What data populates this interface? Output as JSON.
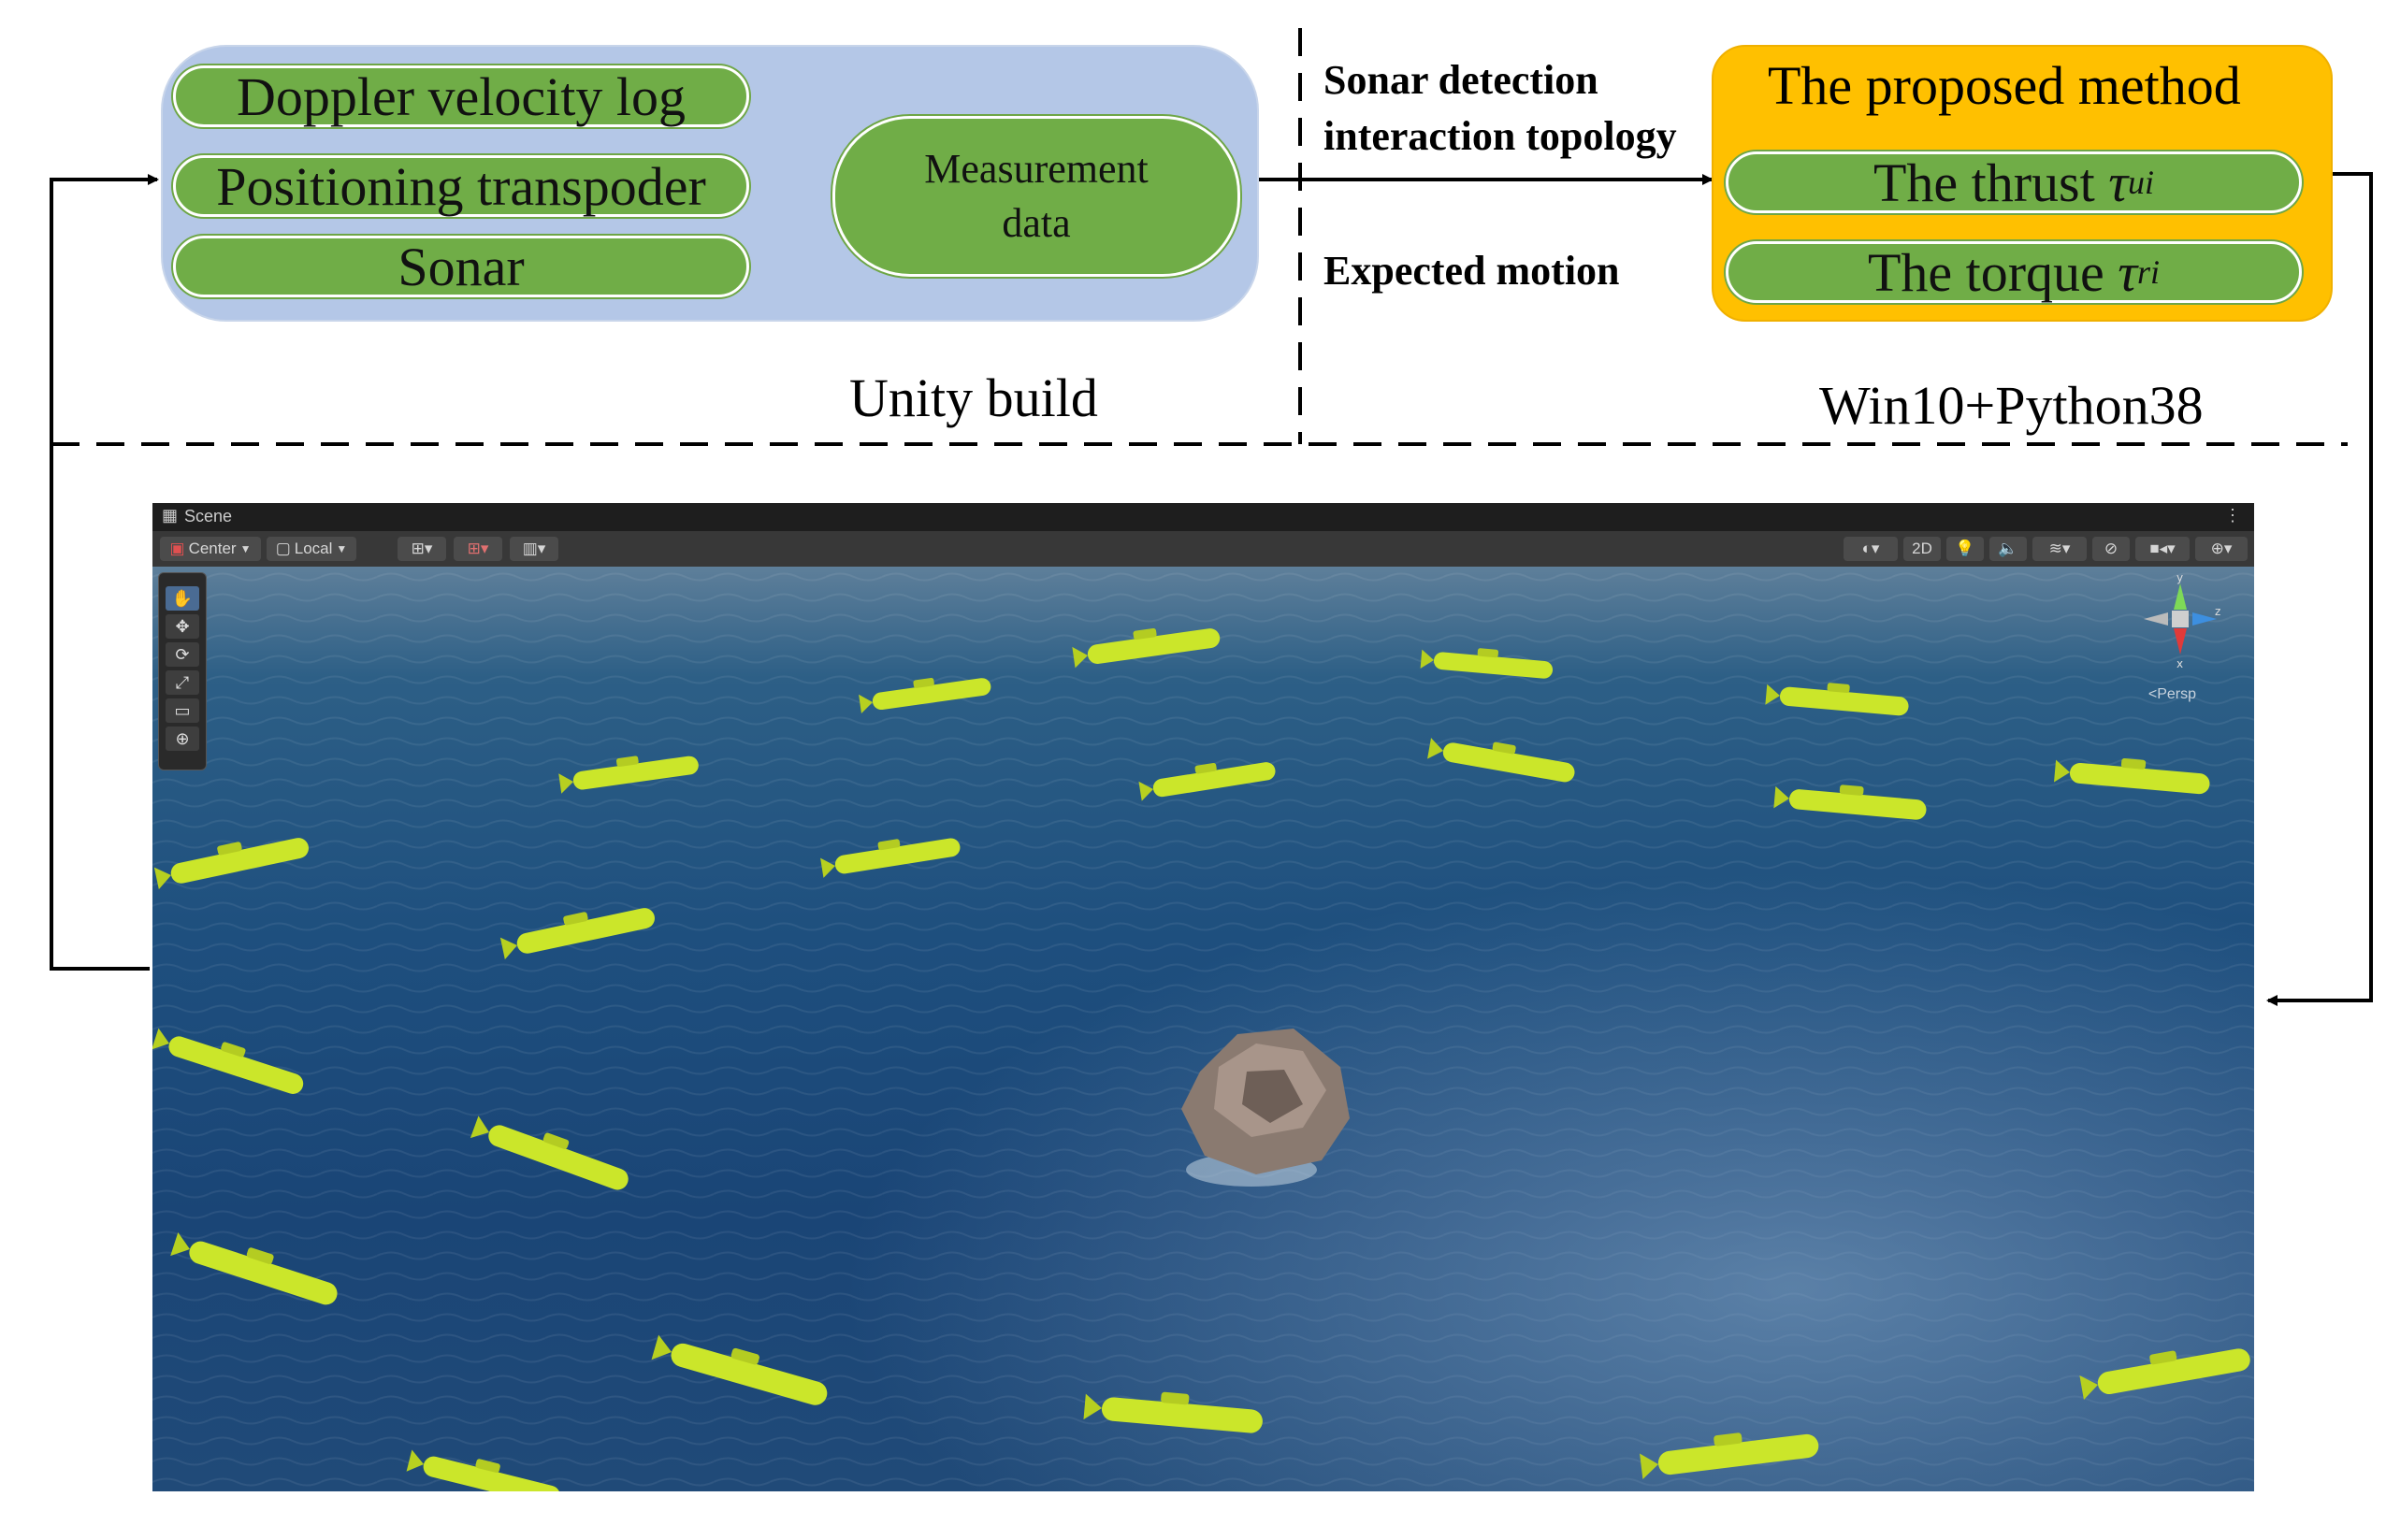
{
  "unity_box": {
    "sensors": [
      "Doppler velocity log",
      "Positioning transpoder",
      "Sonar"
    ],
    "measurement": [
      "Measurement",
      "data"
    ],
    "caption": "Unity build"
  },
  "middle": {
    "line1": "Sonar detection",
    "line2": "interaction topology",
    "line3": "Expected motion"
  },
  "method_box": {
    "title": "The proposed method",
    "thrust_text": "The thrust ",
    "thrust_symbol": "τ",
    "thrust_sub": "ui",
    "torque_text": "The torque ",
    "torque_symbol": "τ",
    "torque_sub": "ri",
    "caption": "Win10+Python38"
  },
  "scene": {
    "tab_label": "Scene",
    "center_label": "Center",
    "local_label": "Local",
    "twod_label": "2D",
    "persp_label": "<Persp"
  },
  "colors": {
    "unity_box_fill": "#b4c7e7",
    "method_box_fill": "#ffc000",
    "pill_fill": "#70ad47",
    "auv_yellow": "#cbe62a",
    "ocean": "#1e4f7e"
  },
  "icons": [
    "hand-icon",
    "move-icon",
    "rotate-icon",
    "scale-icon",
    "rect-icon",
    "transform-icon",
    "gizmo-axis-icon",
    "rock-icon"
  ]
}
